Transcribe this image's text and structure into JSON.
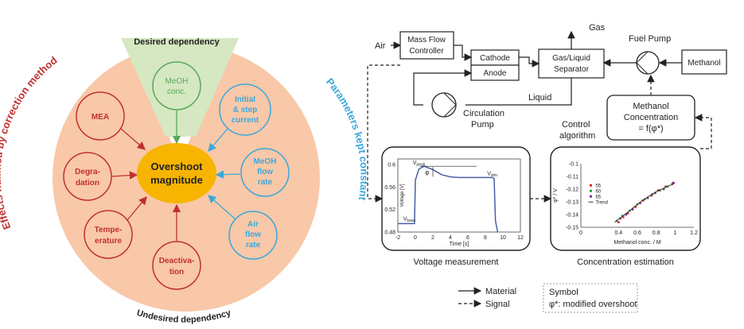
{
  "colors": {
    "sector_fill": "#f8c8a8",
    "desired_fill": "#d5e8c2",
    "red": "#c0312f",
    "blue": "#3aa8dc",
    "green": "#5aa85a",
    "center_fill": "#f7b400",
    "box_stroke": "#222222",
    "plot_line": "#4a5fa8"
  },
  "left": {
    "desired_title": "Desired dependency",
    "undesired_title": "Undesired dependency",
    "left_arc_label": "Effects nullified by correction method",
    "right_arc_label": "Parameters kept constant",
    "center_label": [
      "Overshoot",
      "magnitude"
    ],
    "desired_node": [
      "MeOH",
      "conc."
    ],
    "red_nodes": [
      [
        "MEA"
      ],
      [
        "Degra-",
        "dation"
      ],
      [
        "Tempe-",
        "erature"
      ],
      [
        "Deactiva-",
        "tion"
      ]
    ],
    "blue_nodes": [
      [
        "Initial",
        "& step",
        "current"
      ],
      [
        "MeOH",
        "flow",
        "rate"
      ],
      [
        "Air",
        "flow",
        "rate"
      ]
    ]
  },
  "schematic": {
    "air": "Air",
    "mfc": [
      "Mass Flow",
      "Controller"
    ],
    "cathode": "Cathode",
    "anode": "Anode",
    "gas": "Gas",
    "separator": [
      "Gas/Liquid",
      "Separator"
    ],
    "fuel_pump": "Fuel Pump",
    "methanol": "Methanol",
    "liquid": "Liquid",
    "circulation_pump": [
      "Circulation",
      "Pump"
    ],
    "control_algorithm": [
      "Control",
      "algorithm"
    ],
    "concentration_box": [
      "Methanol",
      "Concentration",
      "= f(φ*)"
    ],
    "voltage_caption": "Voltage measurement",
    "concentration_caption": "Concentration estimation",
    "legend_material": "Material",
    "legend_signal": "Signal",
    "symbol_title": "Symbol",
    "symbol_desc": "φ*: modified overshoot"
  },
  "chart_data": [
    {
      "type": "line",
      "xlabel": "Time [s]",
      "ylabel": "Voltage [V]",
      "x_ticks": [
        "-2",
        "0",
        "2",
        "4",
        "6",
        "8",
        "10",
        "12"
      ],
      "y_ticks": [
        "0.48",
        "0.52",
        "0.56",
        "0.6"
      ],
      "xlim": [
        -2,
        12
      ],
      "ylim": [
        0.48,
        0.61
      ],
      "annotations": [
        "V_peak",
        "V_stm",
        "V_base",
        "φ"
      ],
      "series": [
        {
          "x": [
            -2,
            -0.1,
            0,
            0.4,
            1,
            2,
            3,
            4,
            5,
            6,
            7,
            8,
            8.8,
            9,
            9.15,
            9.4
          ],
          "y": [
            0.495,
            0.495,
            0.572,
            0.592,
            0.597,
            0.591,
            0.582,
            0.578,
            0.577,
            0.577,
            0.577,
            0.577,
            0.577,
            0.575,
            0.5,
            0.48
          ]
        }
      ]
    },
    {
      "type": "scatter",
      "xlabel": "Methanol conc. / M",
      "ylabel": "φ* / V",
      "x_ticks": [
        "0",
        "0.4",
        "0.6",
        "0.8",
        "1",
        "1.2"
      ],
      "y_ticks": [
        "-0.1",
        "-0.11",
        "-0.12",
        "-0.13",
        "-0.14",
        "-0.15"
      ],
      "xlim": [
        0,
        1.2
      ],
      "ylim": [
        -0.15,
        -0.1
      ],
      "legend": [
        "55",
        "60",
        "65",
        "Trend"
      ],
      "series": [
        {
          "name": "55",
          "color": "#d62728",
          "x": [
            0.4,
            0.45,
            0.5,
            0.58,
            0.66,
            0.75,
            0.82,
            0.9,
            0.97
          ],
          "y": [
            -0.146,
            -0.142,
            -0.139,
            -0.134,
            -0.129,
            -0.125,
            -0.121,
            -0.118,
            -0.116
          ]
        },
        {
          "name": "60",
          "color": "#2ca02c",
          "x": [
            0.38,
            0.44,
            0.52,
            0.6,
            0.68,
            0.76,
            0.84,
            0.92
          ],
          "y": [
            -0.145,
            -0.141,
            -0.137,
            -0.132,
            -0.128,
            -0.124,
            -0.121,
            -0.118
          ]
        },
        {
          "name": "65",
          "color": "#7b3294",
          "x": [
            0.42,
            0.48,
            0.55,
            0.63,
            0.71,
            0.79,
            0.88,
            0.98
          ],
          "y": [
            -0.143,
            -0.14,
            -0.136,
            -0.131,
            -0.127,
            -0.123,
            -0.12,
            -0.115
          ]
        },
        {
          "name": "Trend",
          "color": "#333333",
          "x": [
            0.36,
            0.5,
            0.65,
            0.8,
            0.95,
            1.0
          ],
          "y": [
            -0.146,
            -0.138,
            -0.129,
            -0.122,
            -0.117,
            -0.115
          ]
        }
      ]
    }
  ]
}
